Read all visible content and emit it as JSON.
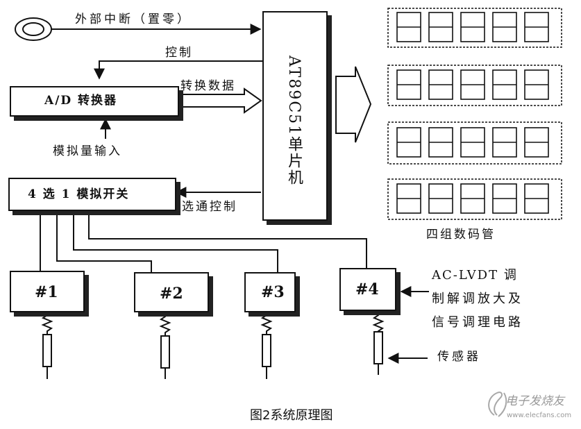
{
  "diagram": {
    "interrupt_label": "外部中断（置零）",
    "control_label": "控制",
    "adc_label": "A/D 转换器",
    "convert_data_label": "转换数据",
    "mcu_label": "AT89C51单片机",
    "analog_input_label": "模拟量输入",
    "mux_label": "4 选 1 模拟开关",
    "strobe_label": "选通控制",
    "display_label": "四组数码管",
    "channels": [
      "#1",
      "#2",
      "#3",
      "#4"
    ],
    "lvdt_lines": [
      "AC-LVDT 调",
      "制解调放大及",
      "信号调理电路"
    ],
    "sensor_label": "传感器",
    "caption": "图2系统原理图"
  },
  "watermark": {
    "brand": "电子发烧友",
    "url": "www.elecfans.com"
  }
}
